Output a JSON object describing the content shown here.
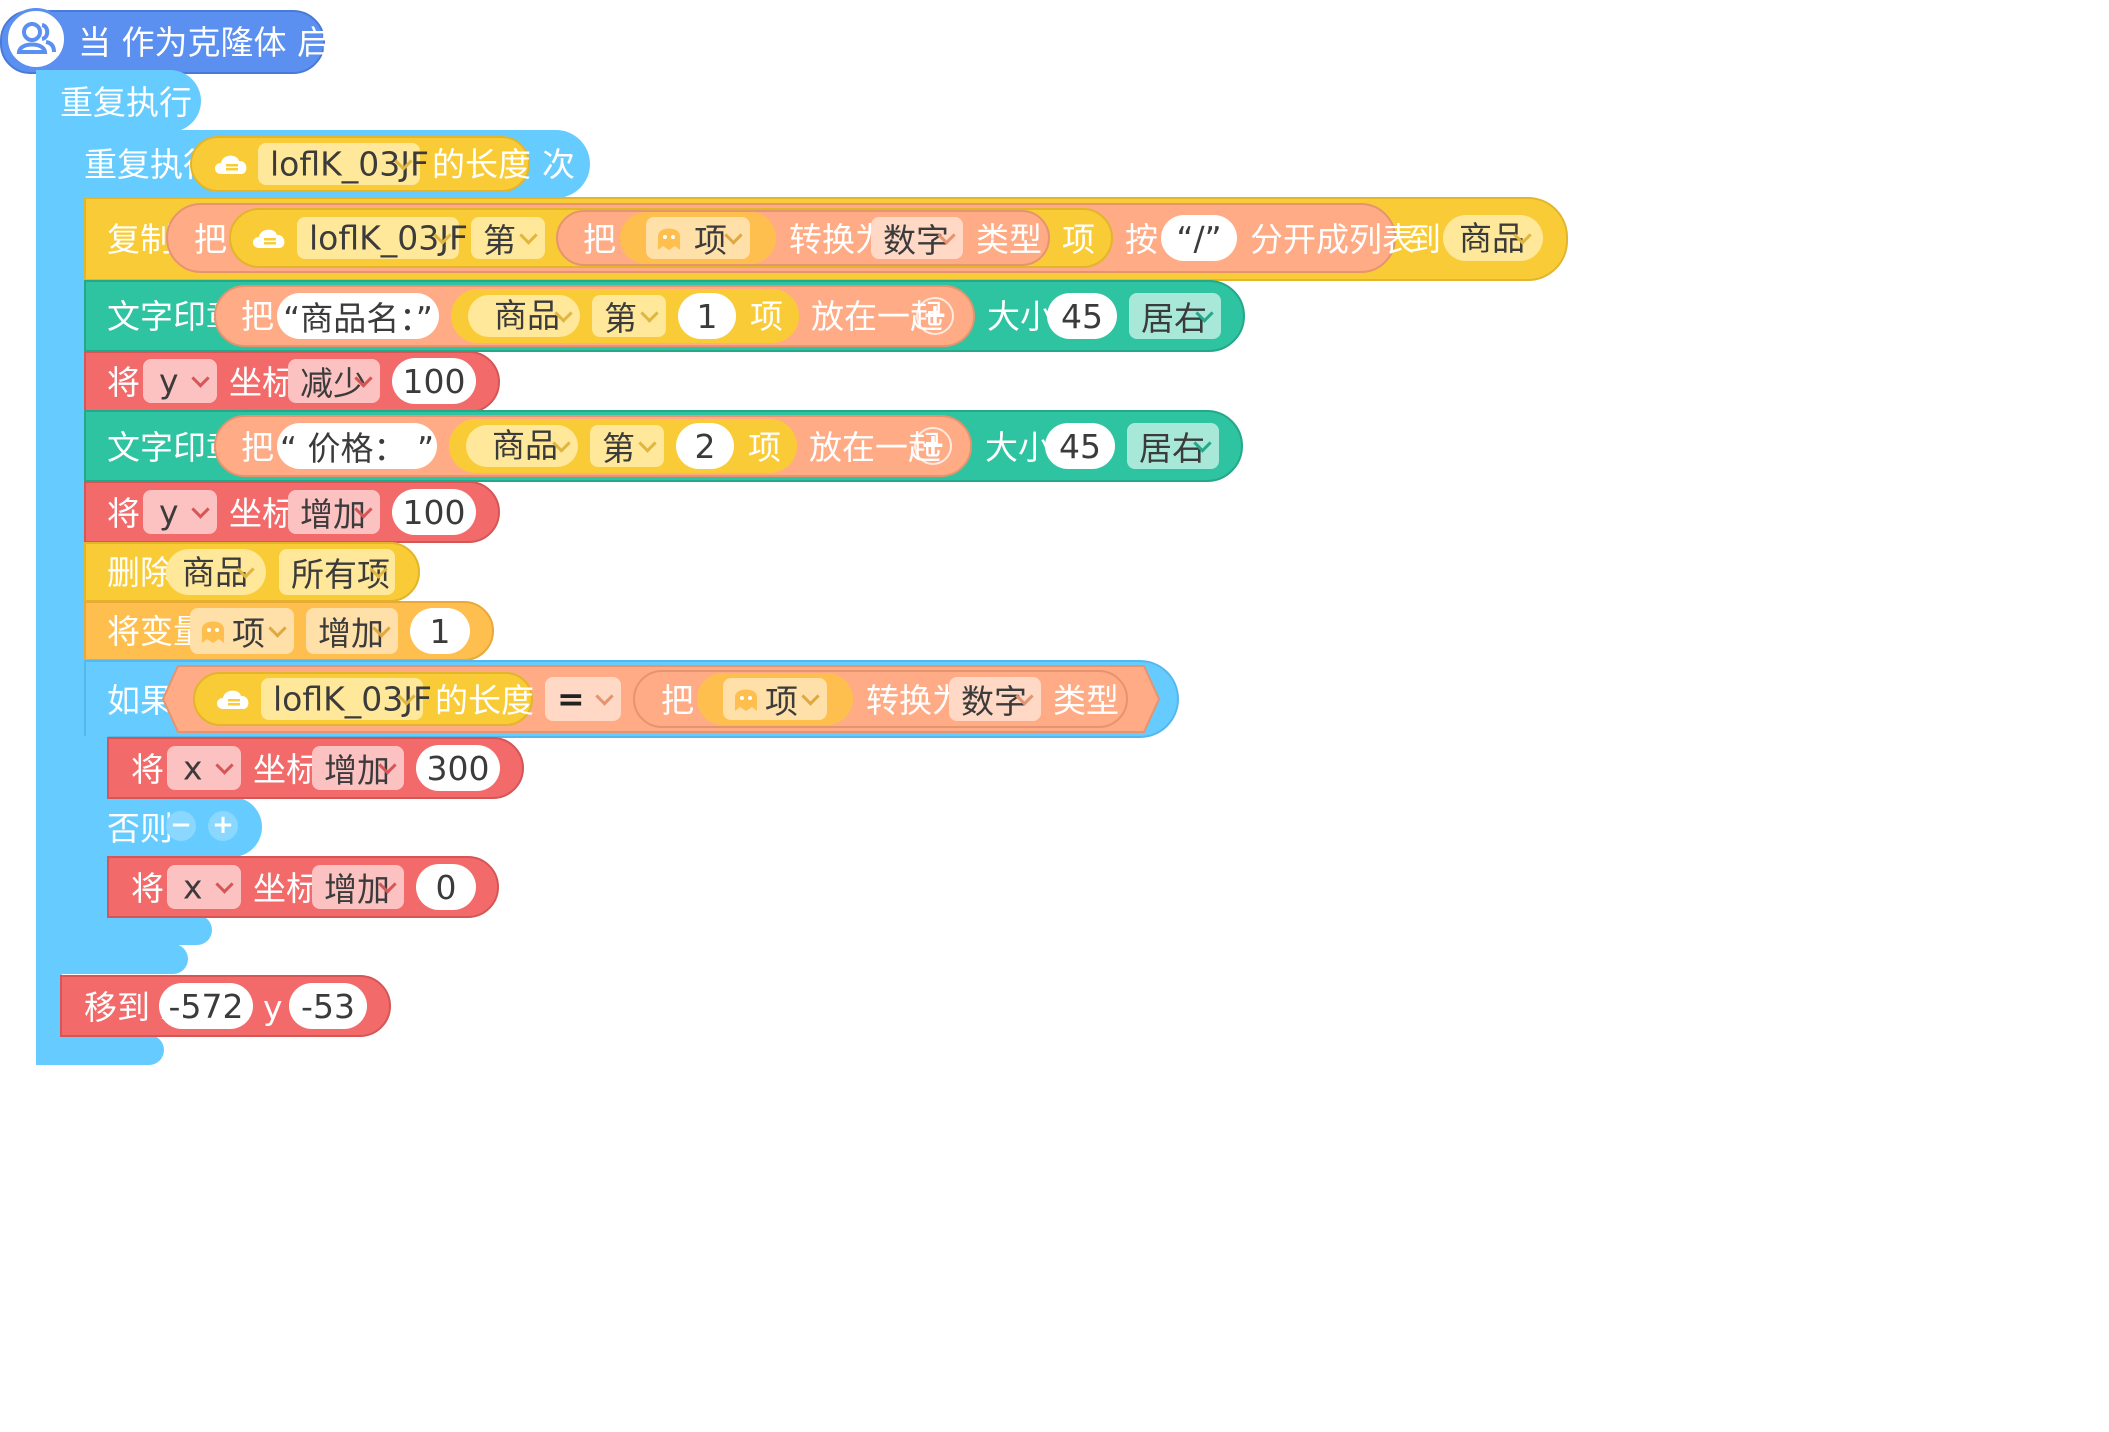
{
  "hat": {
    "title": "当 作为克隆体 启动时"
  },
  "loop_forever": {
    "label": "重复执行"
  },
  "loop_times": {
    "label": "重复执行",
    "list": "loflK_03JF",
    "length_label": "的长度",
    "suffix": "次"
  },
  "copy_block": {
    "label": "复制",
    "ba": "把",
    "list": "loflK_03JF",
    "di": "第",
    "ba2": "把",
    "var": "项",
    "convert": "转换为",
    "type": "数字",
    "type_suffix": "类型",
    "item": "项",
    "an": "按",
    "sep": "“/”",
    "split": "分开成列表",
    "to": "到",
    "target": "商品"
  },
  "stamp1": {
    "label": "文字印章",
    "ba": "把",
    "text": "“商品名：”",
    "list": "商品",
    "di": "第",
    "index": "1",
    "item": "项",
    "join": "放在一起",
    "size_label": "大小",
    "size": "45",
    "align": "居右"
  },
  "move1": {
    "label": "将",
    "axis": "y",
    "coord": "坐标",
    "op": "减少",
    "value": "100"
  },
  "stamp2": {
    "label": "文字印章",
    "ba": "把",
    "text": "“ 价格：    ”",
    "list": "商品",
    "di": "第",
    "index": "2",
    "item": "项",
    "join": "放在一起",
    "size_label": "大小",
    "size": "45",
    "align": "居右"
  },
  "move2": {
    "label": "将",
    "axis": "y",
    "coord": "坐标",
    "op": "增加",
    "value": "100"
  },
  "delete": {
    "label": "删除",
    "list": "商品",
    "which": "所有项"
  },
  "incvar": {
    "label": "将变量",
    "var": "项",
    "op": "增加",
    "value": "1"
  },
  "ifblk": {
    "label": "如果",
    "list": "loflK_03JF",
    "length_label": "的长度",
    "eq": "=",
    "ba": "把",
    "var": "项",
    "convert": "转换为",
    "type": "数字",
    "type_suffix": "类型"
  },
  "move3": {
    "label": "将",
    "axis": "x",
    "coord": "坐标",
    "op": "增加",
    "value": "300"
  },
  "else": {
    "label": "否则",
    "minus": "−",
    "plus": "+"
  },
  "move4": {
    "label": "将",
    "axis": "x",
    "coord": "坐标",
    "op": "增加",
    "value": "0"
  },
  "goto": {
    "label": "移到 x",
    "x": "-572",
    "ylabel": "y",
    "y": "-53"
  },
  "icons": [
    "clone-user-icon",
    "cloud-list-icon",
    "ghost-variable-icon",
    "chevron-down-icon"
  ],
  "colors": {
    "control": "#66CCFF",
    "events": "#5B8FF0",
    "list": "#F9CC37",
    "operator": "#FFAB85",
    "stamp": "#2EC4A2",
    "motion": "#F26A6A",
    "variable": "#FFBF4F"
  }
}
